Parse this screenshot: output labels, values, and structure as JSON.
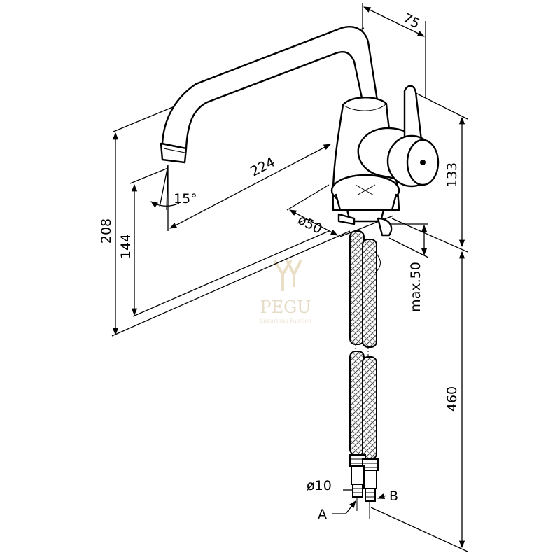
{
  "dimensions": {
    "width_top": "75",
    "spout_reach": "224",
    "height_total": "208",
    "height_spout": "144",
    "height_lever": "133",
    "angle": "15°",
    "base_diameter": "ø50",
    "max_thickness": "max.50",
    "hose_length": "460",
    "hose_diameter": "ø10"
  },
  "labels": {
    "connection_a": "A",
    "connection_b": "B"
  },
  "watermark": {
    "brand": "PEGU",
    "tagline": "Luxurious Fashion",
    "color": "#e6dcc8"
  },
  "colors": {
    "line": "#000000",
    "background": "#ffffff"
  }
}
